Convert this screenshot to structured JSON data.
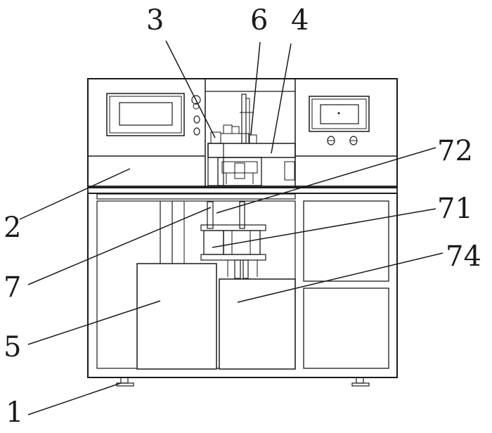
{
  "callouts": [
    {
      "id": "c1",
      "label": "1"
    },
    {
      "id": "c2",
      "label": "2"
    },
    {
      "id": "c3",
      "label": "3"
    },
    {
      "id": "c4",
      "label": "4"
    },
    {
      "id": "c5",
      "label": "5"
    },
    {
      "id": "c6",
      "label": "6"
    },
    {
      "id": "c7",
      "label": "7"
    },
    {
      "id": "c71",
      "label": "71"
    },
    {
      "id": "c72",
      "label": "72"
    },
    {
      "id": "c74",
      "label": "74"
    }
  ]
}
